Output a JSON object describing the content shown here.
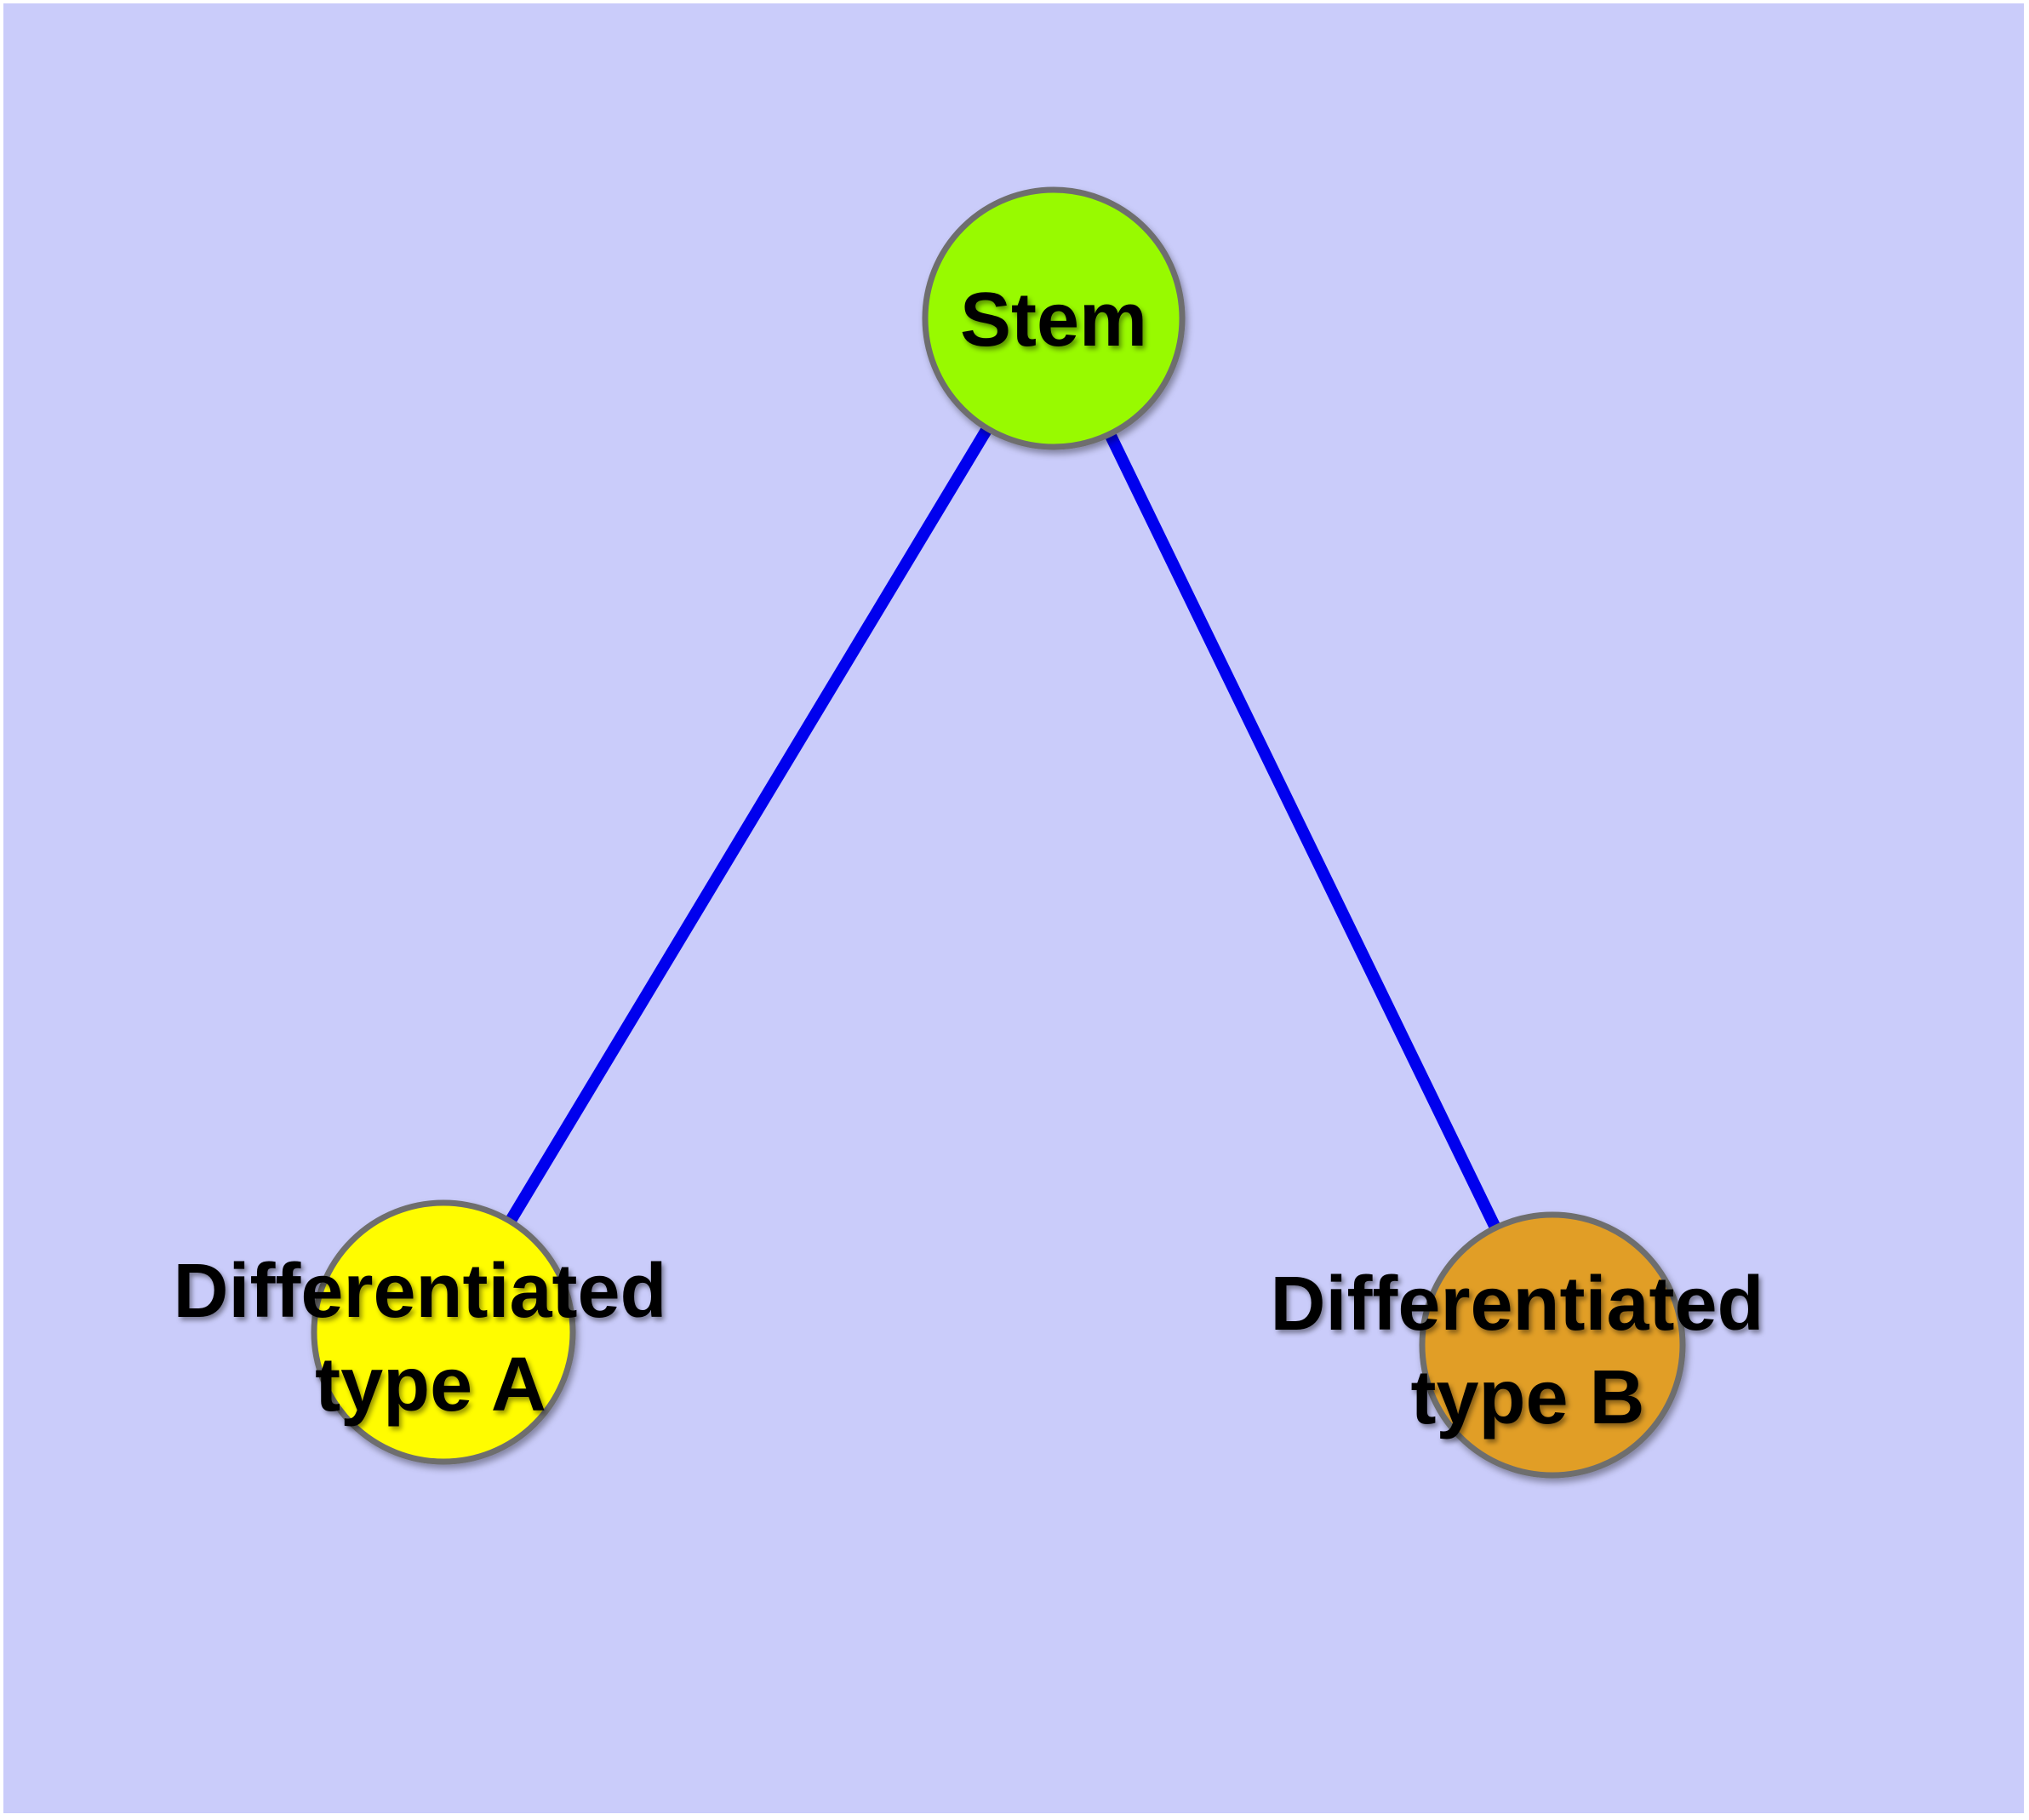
{
  "diagram": {
    "background_color": "#CACCFA",
    "edge_color": "#0000EE",
    "node_border_color": "#6E6E6E",
    "label_color": "#000000",
    "nodes": [
      {
        "id": "stem",
        "label": "Stem",
        "fill": "#98FA00"
      },
      {
        "id": "differentiated-type-a",
        "label_line1": "Differentiated",
        "label_line2": "type A",
        "fill": "#FFFC00"
      },
      {
        "id": "differentiated-type-b",
        "label_line1": "Differentiated",
        "label_line2": "type B",
        "fill": "#E19E28"
      }
    ],
    "edges": [
      {
        "from": "stem",
        "to": "differentiated-type-a"
      },
      {
        "from": "stem",
        "to": "differentiated-type-b"
      }
    ]
  }
}
